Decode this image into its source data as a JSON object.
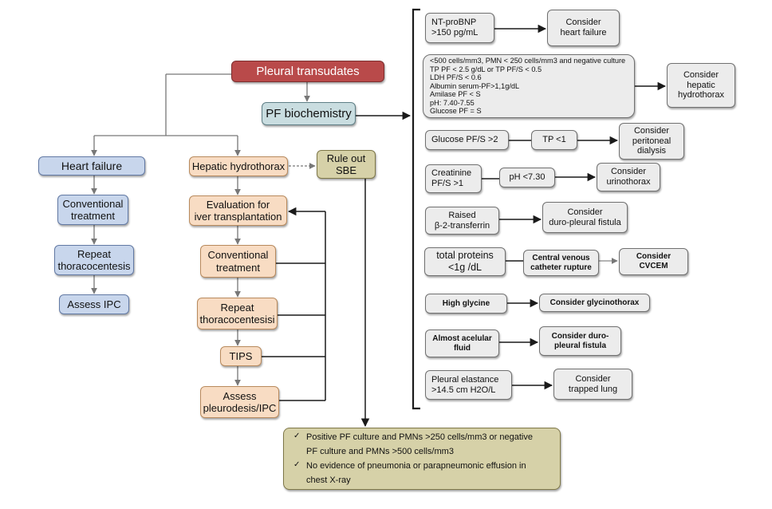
{
  "nodes": {
    "pleural_transudates": "Pleural transudates",
    "pf_biochemistry": "PF biochemistry",
    "heart_failure": "Heart failure",
    "hf_conventional": "Conventional\ntreatment",
    "hf_repeat": "Repeat\nthoracocentesis",
    "hf_assess": "Assess IPC",
    "hepatic_hydrothorax": "Hepatic hydrothorax",
    "rule_out_sbe": "Rule out\nSBE",
    "evaluation_liver": "Evaluation for\niver transplantation",
    "hep_conventional": "Conventional\ntreatment",
    "hep_repeat": "Repeat\nthoracocentesisi",
    "tips": "TIPS",
    "assess_pleurodesis": "Assess\npleurodesis/IPC"
  },
  "criteria": {
    "ntprobnp": "NT-proBNP\n>150 pg/mL",
    "consider_hf": "Consider\nheart failure",
    "hepatic_lines": [
      "<500 cells/mm3, PMN < 250 cells/mm3 and negative culture",
      "TP PF < 2.5 g/dL or TP PF/S < 0.5",
      "LDH PF/S < 0.6",
      "Albumin serum-PF>1,1g/dL",
      "Amilase PF < S",
      "pH: 7.40-7.55",
      "Glucose PF = S"
    ],
    "consider_hepatic": "Consider\nhepatic\nhydrothorax",
    "glucose": "Glucose PF/S >2",
    "tp_lt1": "TP <1",
    "consider_peritoneal": "Consider\nperitoneal\ndialysis",
    "creatinine": "Creatinine\nPF/S >1",
    "ph_730": "pH <7.30",
    "consider_urinothorax": "Consider\nurinothorax",
    "b2_transferrin": "Raised\nβ-2-transferrin",
    "consider_duro1": "Consider\nduro-pleural fistula",
    "total_proteins": "total proteins\n<1g /dL",
    "central_venous": "Central venous\ncatheter rupture",
    "consider_cvcem": "Consider\nCVCEM",
    "high_glycine": "High glycine",
    "consider_glycinothorax": "Consider glycinothorax",
    "acelular": "Almost acelular\nfluid",
    "consider_duro2": "Consider duro-\npleural fistula",
    "elastance": "Pleural elastance\n>14.5 cm H2O/L",
    "consider_trapped": "Consider\ntrapped lung"
  },
  "bottom_box": {
    "checkmark": "✓",
    "item1": "Positive PF culture and PMNs >250 cells/mm3 or negative\nPF culture and PMNs >500 cells/mm3",
    "item2": "No evidence of pneumonia or parapneumonic effusion in\nchest X-ray"
  },
  "colors": {
    "red": "#b94a4a",
    "teal": "#c9dde0",
    "blue": "#c8d6ec",
    "peach": "#f8dcc3",
    "olive": "#d6d1a8",
    "grey": "#ececec",
    "line": "#666666",
    "arrow": "#1a1a1a"
  }
}
